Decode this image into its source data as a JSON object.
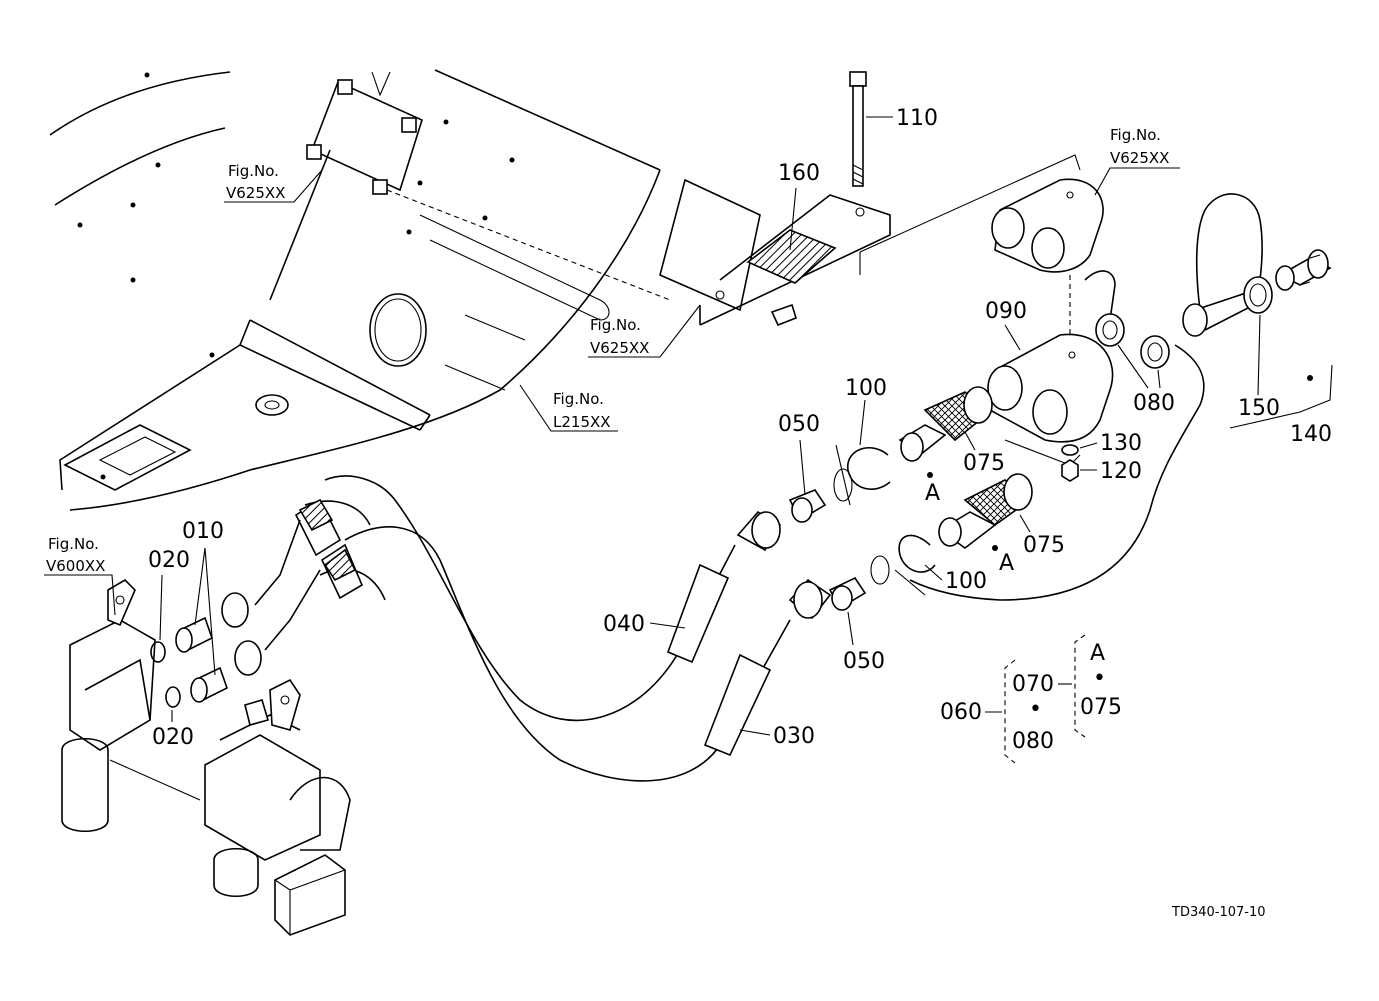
{
  "figure_refs": {
    "upper_plate": {
      "line1": "Fig.No.",
      "line2": "V625XX"
    },
    "bracket": {
      "line1": "Fig.No.",
      "line2": "V625XX"
    },
    "block": {
      "line1": "Fig.No.",
      "line2": "V625XX"
    },
    "floor_panel": {
      "line1": "Fig.No.",
      "line2": "L215XX"
    },
    "control_valve": {
      "line1": "Fig.No.",
      "line2": "V600XX"
    }
  },
  "callouts": {
    "p010": "010",
    "p020_top": "020",
    "p020_bottom": "020",
    "p030": "030",
    "p040": "040",
    "p050_top": "050",
    "p050_bottom": "050",
    "p075_top": "075",
    "p075_bottom": "075",
    "p080": "080",
    "p090": "090",
    "p100_top": "100",
    "p100_bottom": "100",
    "p110": "110",
    "p120": "120",
    "p130": "130",
    "p140": "140",
    "p150": "150",
    "p160": "160",
    "a_top": "A",
    "a_bottom": "A"
  },
  "assembly_legend": {
    "parent": "060",
    "child_1": "070",
    "child_2": "080",
    "sub": "A",
    "sub_child": "075",
    "separator": "•"
  },
  "drawing_code": "TD340-107-10"
}
